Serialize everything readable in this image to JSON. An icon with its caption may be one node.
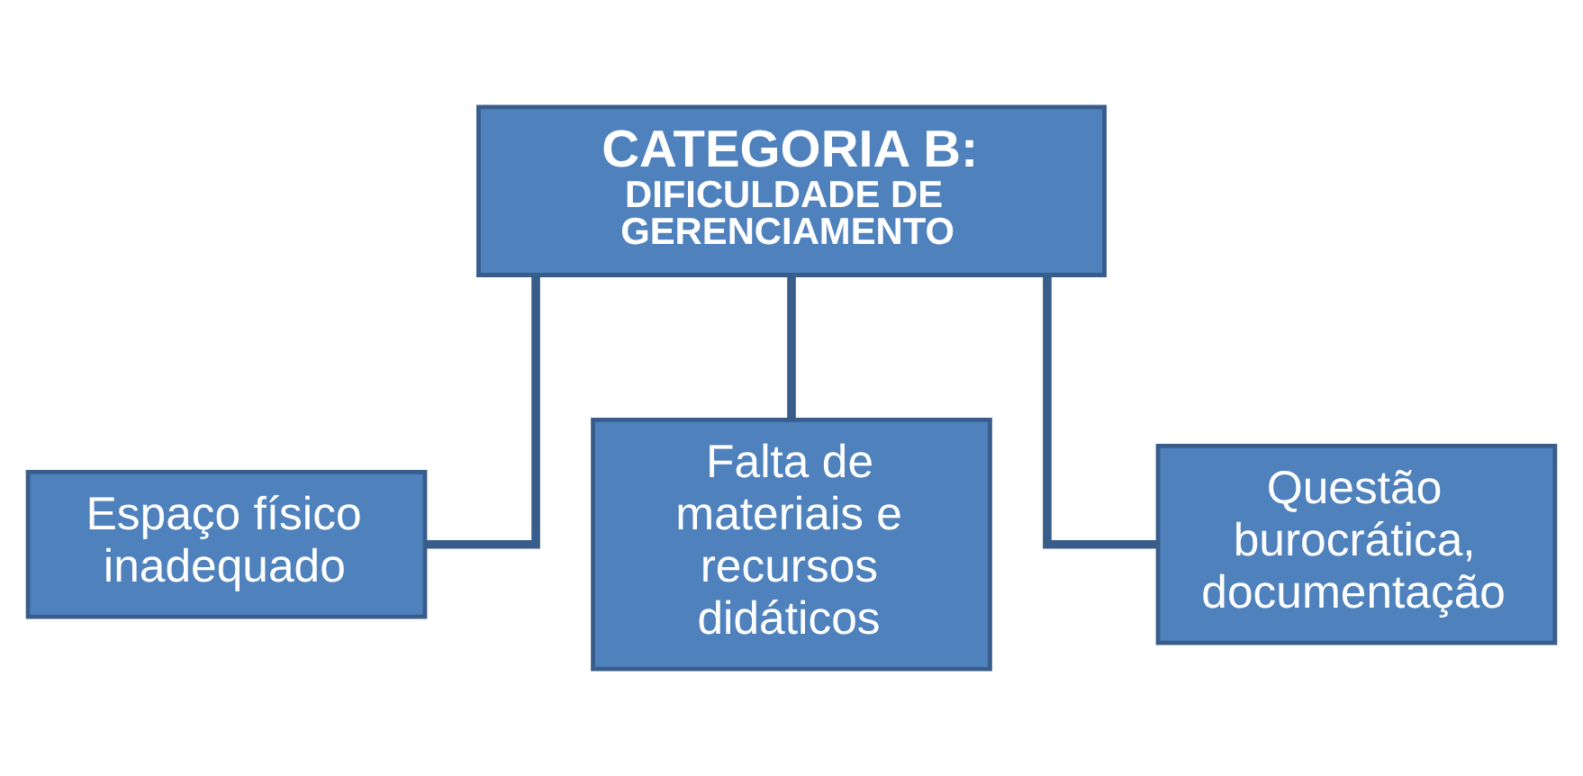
{
  "diagram": {
    "nodes": [
      {
        "text": [
          "CATEGORIA B:",
          "DIFICULDADE DE GERENCIAMENTO"
        ]
      },
      {
        "text": [
          "Espaço físico inadequado"
        ]
      },
      {
        "text": [
          "Falta de materiais e recursos didáticos"
        ]
      },
      {
        "text": [
          "Questão burocrática, documentação"
        ]
      }
    ],
    "edges": [
      {
        "from": 0,
        "to": 1,
        "arrow": "none"
      },
      {
        "from": 0,
        "to": 2,
        "arrow": "none"
      },
      {
        "from": 0,
        "to": 3,
        "arrow": "none"
      }
    ]
  }
}
